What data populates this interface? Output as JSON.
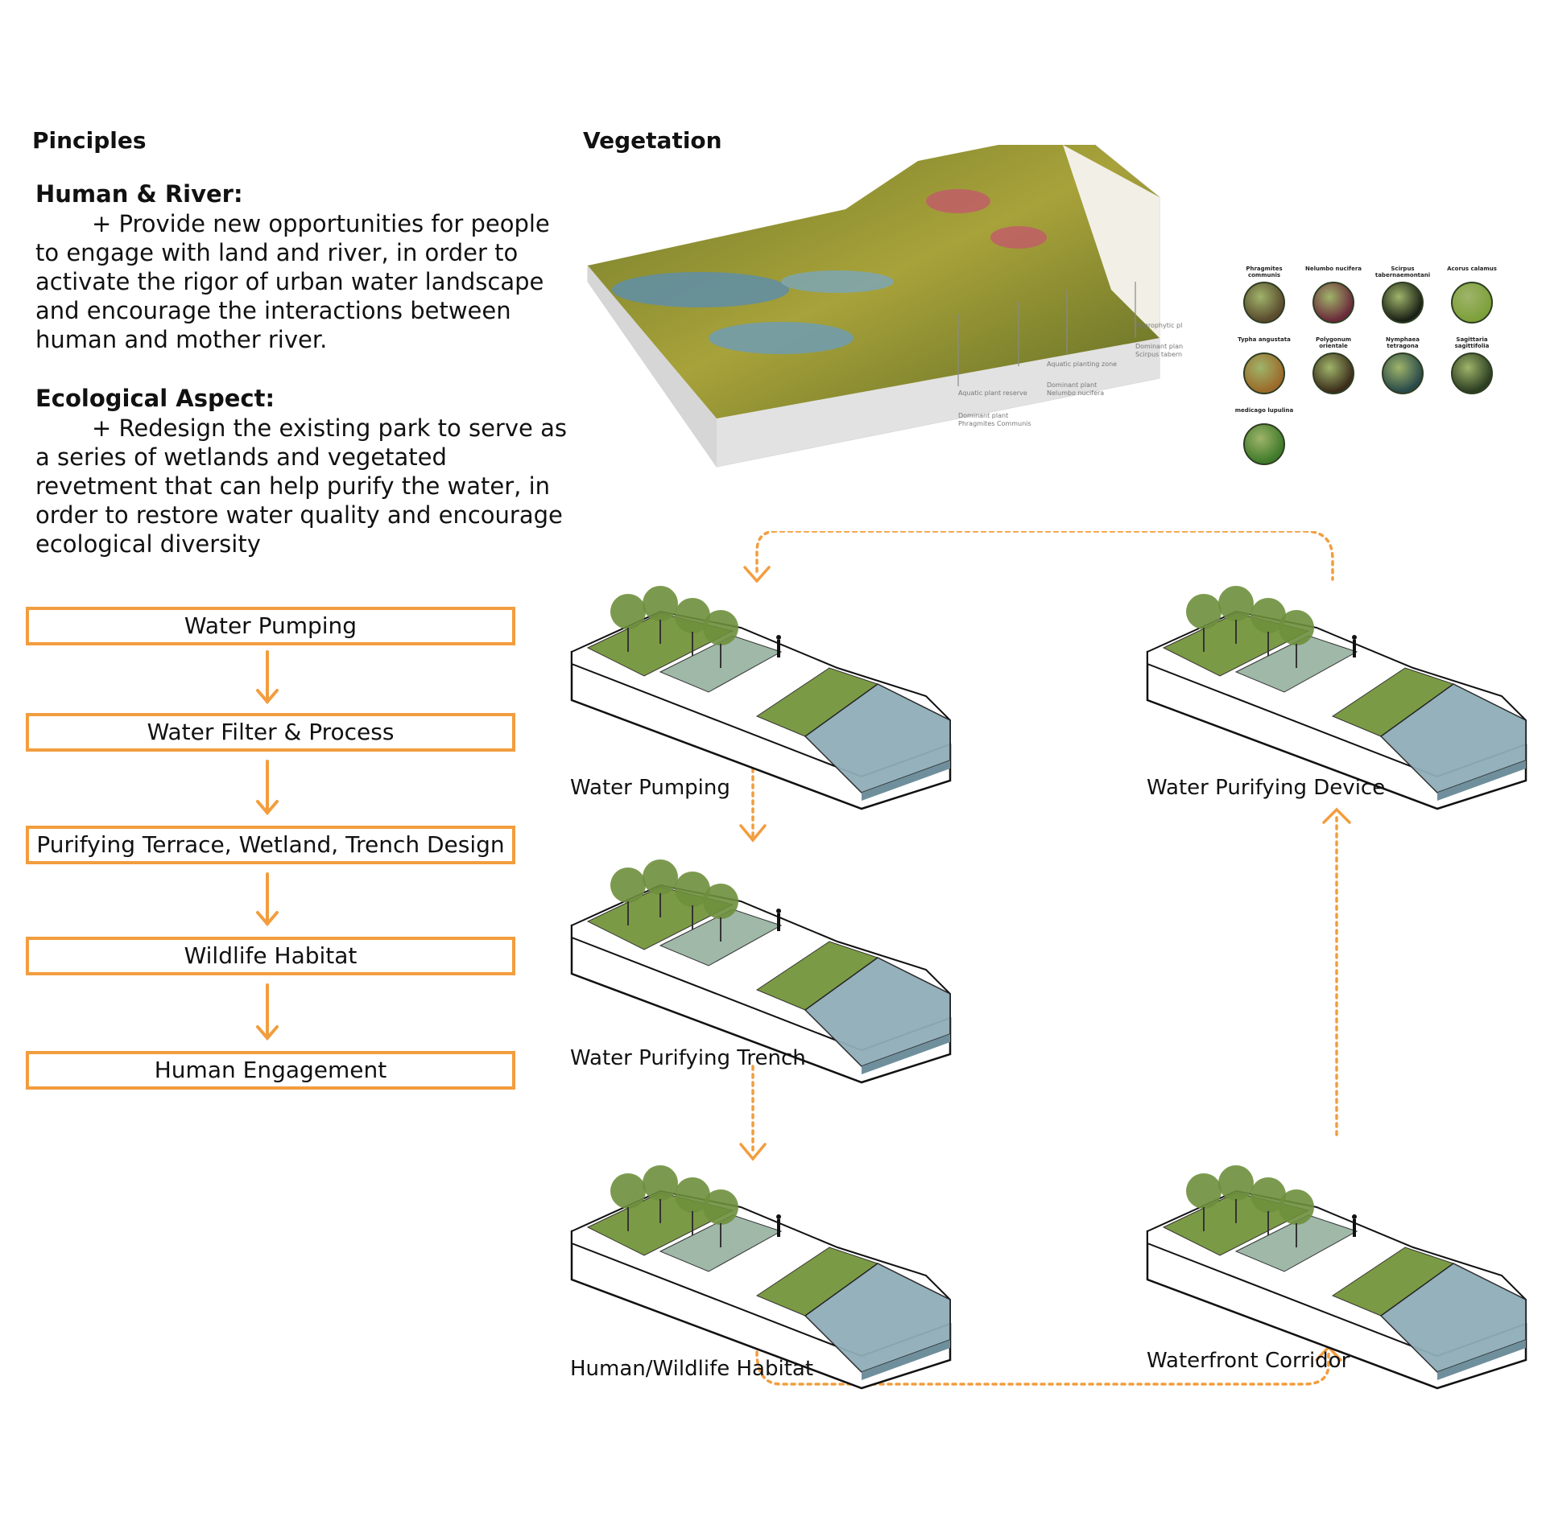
{
  "principles": {
    "heading": "Pinciples",
    "human_river": {
      "title": "Human & River:",
      "text": "+ Provide new opportunities for people to engage with land and river, in order to activate the rigor of urban water landscape and encourage the interactions between human and mother river."
    },
    "ecological": {
      "title": "Ecological Aspect:",
      "text": "+ Redesign the existing park to serve as a series of wetlands and vegetated revetment that can help purify the water, in order to restore water quality and encourage ecological diversity"
    }
  },
  "flow": [
    "Water Pumping",
    "Water Filter & Process",
    "Purifying Terrace, Wetland, Trench Design",
    "Wildlife Habitat",
    "Human Engagement"
  ],
  "vegetation": {
    "heading": "Vegetation",
    "section_labels": [
      "Hygrophytic pl",
      "Dominant plan",
      "Scirpus tabern",
      "Aquatic planting zone",
      "Dominant plant",
      "Nelumbo nucifera",
      "Aquatic plant reserve",
      "Dominant plant",
      "Phragmites Communis"
    ],
    "plants": [
      {
        "name": "Phragmites communis",
        "color": "#5a4a2e"
      },
      {
        "name": "Nelumbo nucifera",
        "color": "#6b2a3a"
      },
      {
        "name": "Scirpus tabernaemontani",
        "color": "#1b2116"
      },
      {
        "name": "Acorus calamus",
        "color": "#7da03a"
      },
      {
        "name": "Typha angustata",
        "color": "#9b6a2a"
      },
      {
        "name": "Polygonum orientale",
        "color": "#3d2e1c"
      },
      {
        "name": "Nymphaea tetragona",
        "color": "#2a4a4a"
      },
      {
        "name": "Sagittaria sagittifolia",
        "color": "#2c3e22"
      },
      {
        "name": "medicago lupulina",
        "color": "#3f7a2a"
      }
    ]
  },
  "diagrams": [
    {
      "id": "pumping",
      "caption": "Water Pumping"
    },
    {
      "id": "device",
      "caption": "Water Purifying Device"
    },
    {
      "id": "trench",
      "caption": "Water Purifying Trench"
    },
    {
      "id": "habitat",
      "caption": "Human/Wildlife Habitat"
    },
    {
      "id": "corridor",
      "caption": "Waterfront Corridor"
    }
  ],
  "colors": {
    "accent": "#f29d3e",
    "grass": "#7b9a45",
    "water": "#8fadb9",
    "soil": "#9a8455"
  }
}
